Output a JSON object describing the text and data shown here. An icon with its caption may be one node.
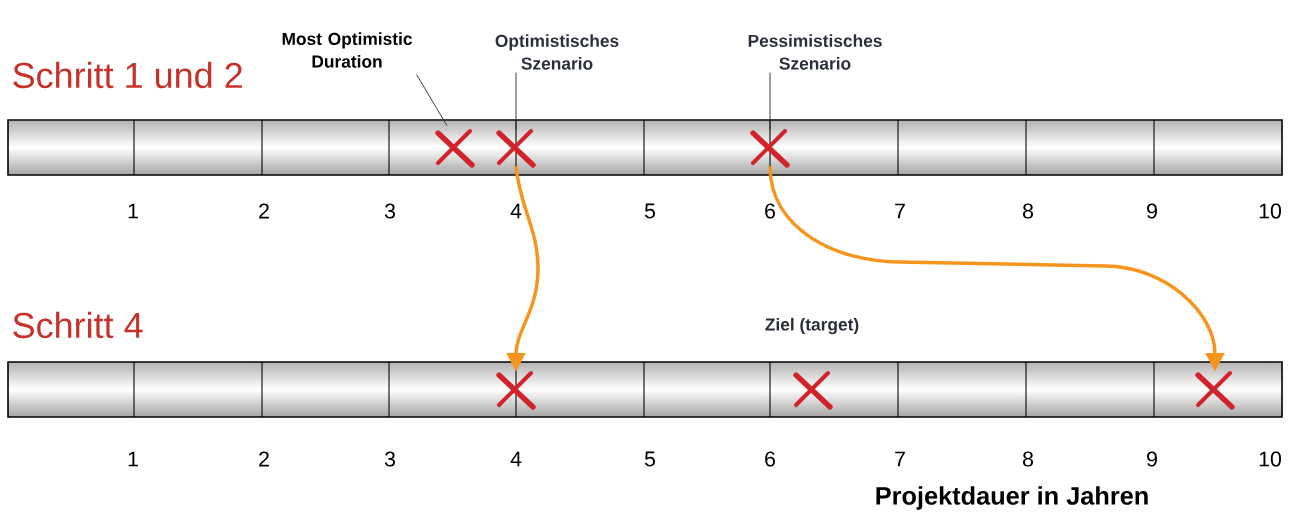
{
  "diagram": {
    "nodes": [
      {
        "text": [
          "Most Optimistic Duration"
        ]
      },
      {
        "text": [
          "Optimistisches Szenario"
        ]
      },
      {
        "text": [
          "Pessimistisches Szenario"
        ]
      },
      {
        "text": [],
        "shape": "cross"
      },
      {
        "text": [],
        "shape": "cross"
      },
      {
        "text": [],
        "shape": "cross"
      },
      {
        "text": [],
        "shape": "cross"
      },
      {
        "text": [],
        "shape": "cross"
      },
      {
        "text": [],
        "shape": "cross"
      }
    ],
    "edges": [
      {
        "from": 0,
        "to": 3,
        "arrow": "none"
      },
      {
        "from": 1,
        "to": 4,
        "arrow": "none"
      },
      {
        "from": 2,
        "to": 5,
        "arrow": "none"
      },
      {
        "from": 4,
        "to": 6,
        "arrow": "to",
        "style": "thick",
        "color": "#f7941d"
      },
      {
        "from": 5,
        "to": 8,
        "arrow": "to",
        "style": "thick",
        "color": "#f7941d"
      }
    ],
    "labels": [
      "Schritt 1 und 2",
      "1",
      "2",
      "3",
      "4",
      "5",
      "6",
      "7",
      "8",
      "9",
      "10",
      "Schritt 4",
      "Ziel (target)",
      "1",
      "2",
      "3",
      "4",
      "5",
      "6",
      "7",
      "8",
      "9",
      "10",
      "Projektdauer in Jahren"
    ]
  }
}
